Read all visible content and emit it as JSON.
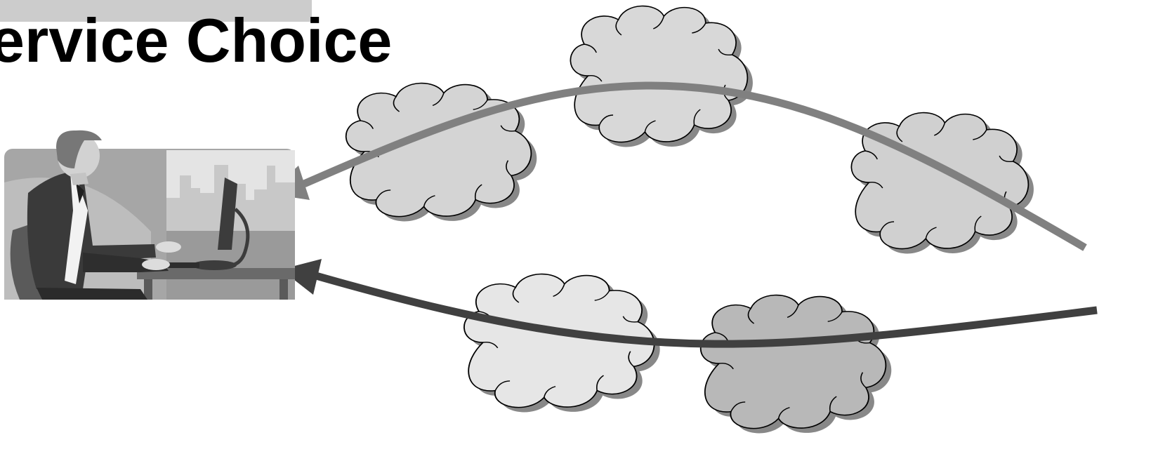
{
  "slide": {
    "title": "ervice Choice"
  },
  "colors": {
    "background": "#ffffff",
    "title_bar": "#cccccc",
    "upper_route": "#808080",
    "lower_route": "#404040",
    "cloud_light": "#e6e6e6",
    "cloud_mid": "#d4d4d4",
    "cloud_dark": "#b8b8b8",
    "cloud_shadow": "#888888"
  },
  "illustration": {
    "subject": "person-at-computer",
    "clouds": 5,
    "routes": [
      "upper-route",
      "lower-route"
    ]
  }
}
